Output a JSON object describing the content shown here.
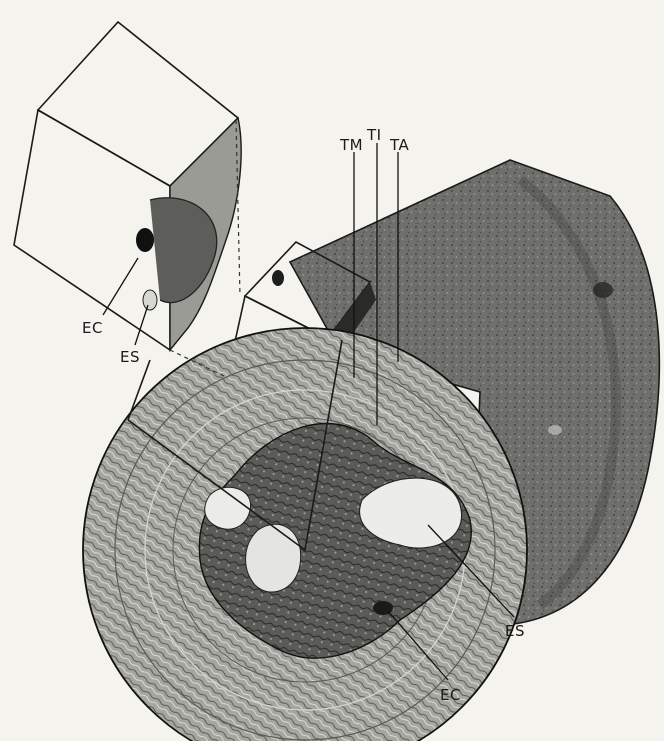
{
  "labels": {
    "tm": "TM",
    "ti": "TI",
    "ta": "TA",
    "ec_upper": "EC",
    "es_upper": "ES",
    "es_lower": "ES",
    "ec_lower": "EC"
  }
}
